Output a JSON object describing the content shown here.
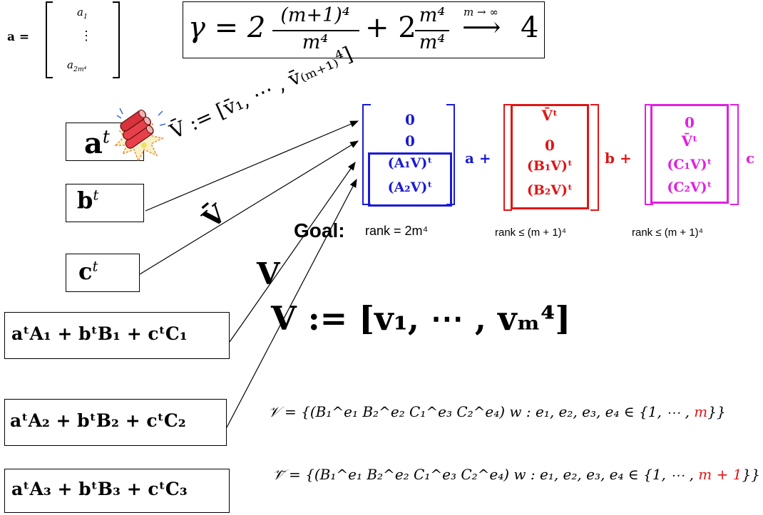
{
  "vector_a": {
    "lhs": "a =",
    "rows": [
      "a",
      "⋮",
      "a"
    ],
    "row_subs": [
      "1",
      "",
      "2m⁴"
    ]
  },
  "gamma": {
    "lhs": "γ = 2",
    "num1": "(m+1)⁴",
    "den1": "m⁴",
    "plus": "+ 2",
    "num2": "m⁴",
    "den2": "m⁴",
    "arrow_label": "m → ∞",
    "result": "4"
  },
  "left_vectors": {
    "a_t": "a",
    "b_t": "b",
    "c_t": "c",
    "sup": "t"
  },
  "equations": [
    {
      "text": "aᵗA₁ + bᵗB₁ + cᵗC₁"
    },
    {
      "text": "aᵗA₂ + bᵗB₂ + cᵗC₂"
    },
    {
      "text": "aᵗA₃ + bᵗB₃ + cᵗC₃"
    }
  ],
  "vbar_def": "V̄ := [v̄₁, ⋯ , v̄₍ₘ₊₁₎⁴]",
  "vbar_label": "V̄",
  "v_label": "V",
  "v_def": "V := [v₁, ⋯ , vₘ⁴]",
  "matrices": {
    "blue": [
      "0",
      "0",
      "(A₁V)ᵗ",
      "(A₂V)ᵗ"
    ],
    "red": [
      "V̄ᵗ",
      "0",
      "(B₁V)ᵗ",
      "(B₂V)ᵗ"
    ],
    "magenta": [
      "0",
      "V̄ᵗ",
      "(C₁V)ᵗ",
      "(C₂V)ᵗ"
    ],
    "coef_a": "a +",
    "coef_b": "b +",
    "coef_c": "c"
  },
  "goal_label": "Goal:",
  "ranks": [
    "rank = 2m⁴",
    "rank ≤ (m + 1)⁴",
    "rank ≤ (m + 1)⁴"
  ],
  "set_v": {
    "head": "𝒱 = {(B₁^e₁ B₂^e₂ C₁^e₃ C₂^e₄) w : e₁, e₂, e₃, e₄ ∈ {1, ⋯ ,",
    "highlight": "m",
    "tail": "}}"
  },
  "set_vbar": {
    "head": "𝒱̄ = {(B₁^e₁ B₂^e₂ C₁^e₃ C₂^e₄) w : e₁, e₂, e₃, e₄ ∈ {1, ⋯ ,",
    "highlight": "m + 1",
    "tail": "}}"
  },
  "colors": {
    "blue": "#1a1ad6",
    "red": "#e01515",
    "magenta": "#e020e0",
    "black": "#000000"
  },
  "icons": [
    "dynamite-explosion-icon"
  ]
}
